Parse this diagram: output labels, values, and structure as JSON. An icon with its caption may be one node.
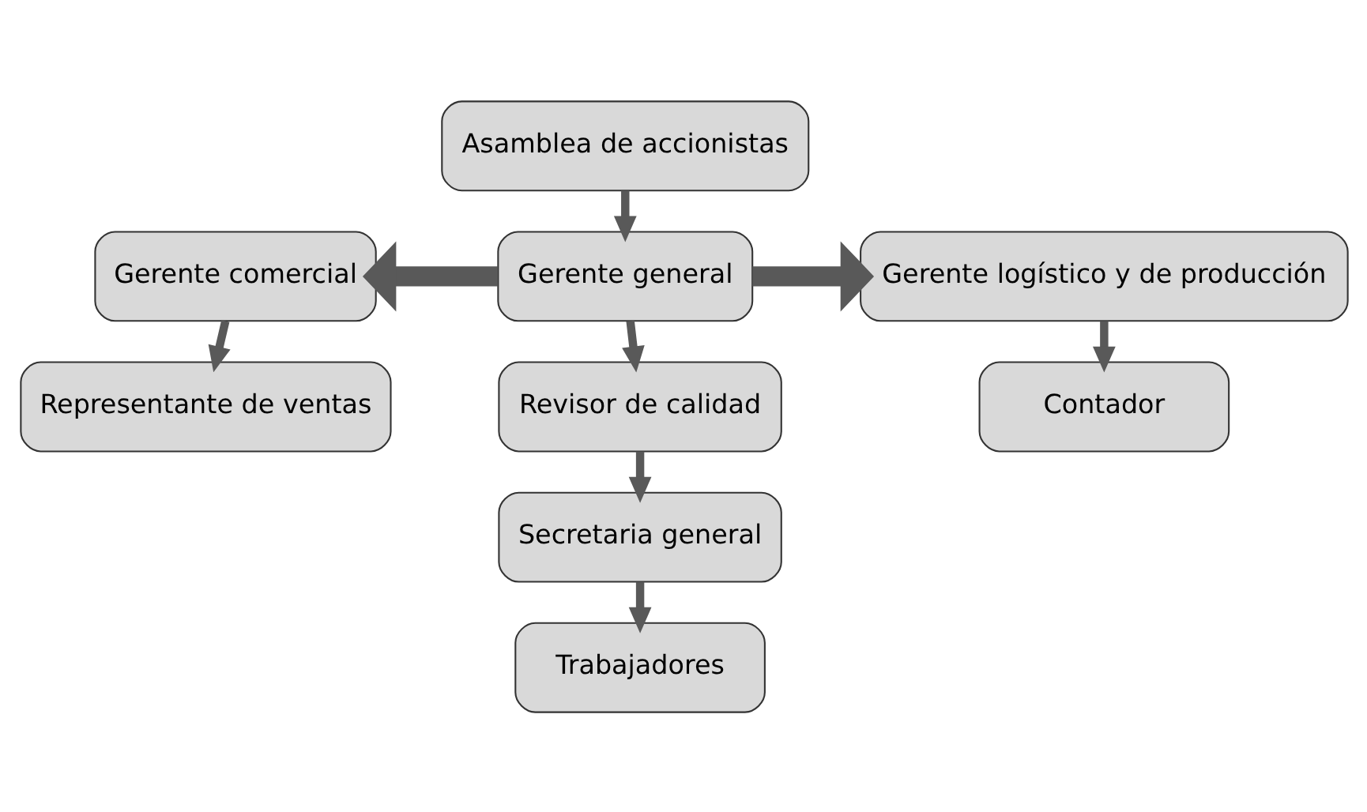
{
  "diagram": {
    "nodes": [
      {
        "text": [
          "Asamblea de accionistas"
        ]
      },
      {
        "text": [
          "Gerente general"
        ]
      },
      {
        "text": [
          "Gerente comercial"
        ]
      },
      {
        "text": [
          "Gerente logístico y de producción"
        ]
      },
      {
        "text": [
          "Representante de ventas"
        ]
      },
      {
        "text": [
          "Revisor de calidad"
        ]
      },
      {
        "text": [
          "Contador"
        ]
      },
      {
        "text": [
          "Secretaria general"
        ]
      },
      {
        "text": [
          "Trabajadores"
        ]
      }
    ],
    "edges": [
      {
        "from": 0,
        "to": 1,
        "arrow": "to"
      },
      {
        "from": 1,
        "to": 2,
        "arrow": "to",
        "style": "thick"
      },
      {
        "from": 1,
        "to": 3,
        "arrow": "to",
        "style": "thick"
      },
      {
        "from": 2,
        "to": 4,
        "arrow": "to"
      },
      {
        "from": 1,
        "to": 5,
        "arrow": "to"
      },
      {
        "from": 3,
        "to": 6,
        "arrow": "to"
      },
      {
        "from": 5,
        "to": 7,
        "arrow": "to"
      },
      {
        "from": 7,
        "to": 8,
        "arrow": "to"
      }
    ]
  }
}
